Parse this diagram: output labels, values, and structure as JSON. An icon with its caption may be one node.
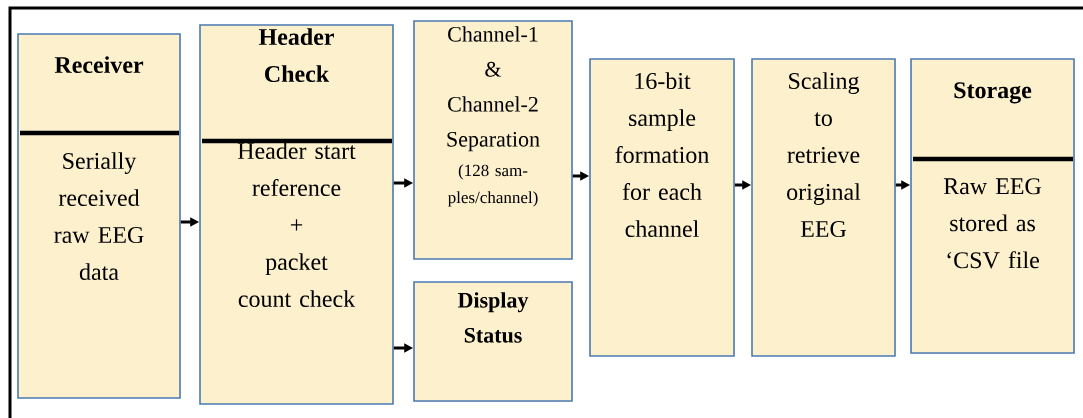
{
  "diagram": {
    "nodes": [
      {
        "text": [
          "Receiver",
          "Serially received raw EEG data"
        ]
      },
      {
        "text": [
          "Header Check",
          "Header start reference",
          "+",
          "packet count check"
        ]
      },
      {
        "text": [
          "Channel-1",
          "&",
          "Channel-2 Separation",
          "(128 sam- ples/channel)"
        ]
      },
      {
        "text": [
          "Display Status"
        ]
      },
      {
        "text": [
          "16-bit sample formation for each channel"
        ]
      },
      {
        "text": [
          "Scaling to retrieve original EEG"
        ]
      },
      {
        "text": [
          "Storage",
          "Raw EEG stored as ‘CSV file"
        ]
      }
    ],
    "edges": [
      {
        "from": 0,
        "to": 1,
        "arrow": "to"
      },
      {
        "from": 1,
        "to": 2,
        "arrow": "to"
      },
      {
        "from": 1,
        "to": 3,
        "arrow": "to"
      },
      {
        "from": 2,
        "to": 4,
        "arrow": "to"
      },
      {
        "from": 4,
        "to": 5,
        "arrow": "to"
      },
      {
        "from": 5,
        "to": 6,
        "arrow": "to"
      }
    ]
  }
}
